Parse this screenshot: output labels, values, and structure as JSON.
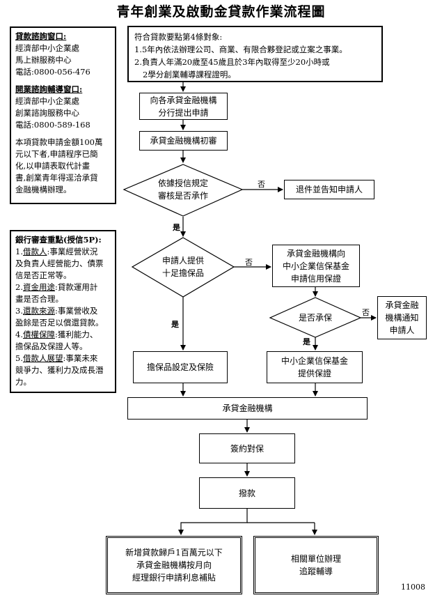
{
  "title": "青年創業及啟動金貸款作業流程圖",
  "left_panel_1": {
    "heading_1": "貸款諮詢窗口:",
    "lines_1": [
      "經濟部中小企業處",
      "馬上辦服務中心",
      "電話:0800-056-476"
    ],
    "heading_2": "開業諮詢輔導窗口:",
    "lines_2": [
      "經濟部中小企業處",
      "創業諮詢服務中心",
      "電話:0800-589-168"
    ],
    "note": [
      "本項貸款申請金額100萬",
      "元以下者,申請程序已簡",
      "化,以申請表取代計畫",
      "書,創業青年得逕洽承貸",
      "金融機構辦理。"
    ]
  },
  "left_panel_2": {
    "heading": "銀行審查重點(授信5P):",
    "items": [
      {
        "num": "1.",
        "term": "借款人",
        "lines": [
          ":事業經營狀況",
          "及負責人經營能力、債票",
          "信是否正常等。"
        ]
      },
      {
        "num": "2.",
        "term": "資金用途",
        "lines": [
          ":貸款運用計",
          "畫是否合理。"
        ]
      },
      {
        "num": "3.",
        "term": "還款來源",
        "lines": [
          ":事業營收及",
          "盈餘是否足以償還貸款。"
        ]
      },
      {
        "num": "4.",
        "term": "債權保障",
        "lines": [
          ":獲利能力、",
          "擔保品及保證人等。"
        ]
      },
      {
        "num": "5.",
        "term": "借款人展望",
        "lines": [
          ":事業未來",
          "競爭力、獲利力及成長潛",
          "力。"
        ]
      }
    ]
  },
  "flow": {
    "eligibility": [
      "符合貸款要點第4條對象:",
      "1.5年內依法辦理公司、商業、有限合夥登記或立案之事業。",
      "2.負責人年滿20歲至45歲且於3年內取得至少20小時或",
      "  2學分創業輔導課程證明。"
    ],
    "apply": [
      "向各承貸金融機構",
      "分行提出申請"
    ],
    "initial_review": "承貸金融機構初審",
    "decision_1": [
      "依據授信規定",
      "審核是否承作"
    ],
    "reject_1": "退件並告知申請人",
    "decision_2": [
      "申請人提供",
      "十足擔保品"
    ],
    "apply_guarantee": [
      "承貸金融機構向",
      "中小企業信保基金",
      "申請信用保證"
    ],
    "decision_3": "是否承保",
    "notify": [
      "承貸金融",
      "機構通知",
      "申請人"
    ],
    "collateral": "擔保品設定及保險",
    "guarantee_fund": [
      "中小企業信保基金",
      "提供保證"
    ],
    "bank": "承貸金融機構",
    "sign": "簽約對保",
    "disburse": "撥款",
    "subsidy": [
      "新增貸款歸戶1百萬元以下",
      "承貸金融機構按月向",
      "經理銀行申請利息補貼"
    ],
    "followup": [
      "相關單位辦理",
      "追蹤輔導"
    ]
  },
  "labels": {
    "yes": "是",
    "no": "否"
  },
  "doc_code": "11008"
}
